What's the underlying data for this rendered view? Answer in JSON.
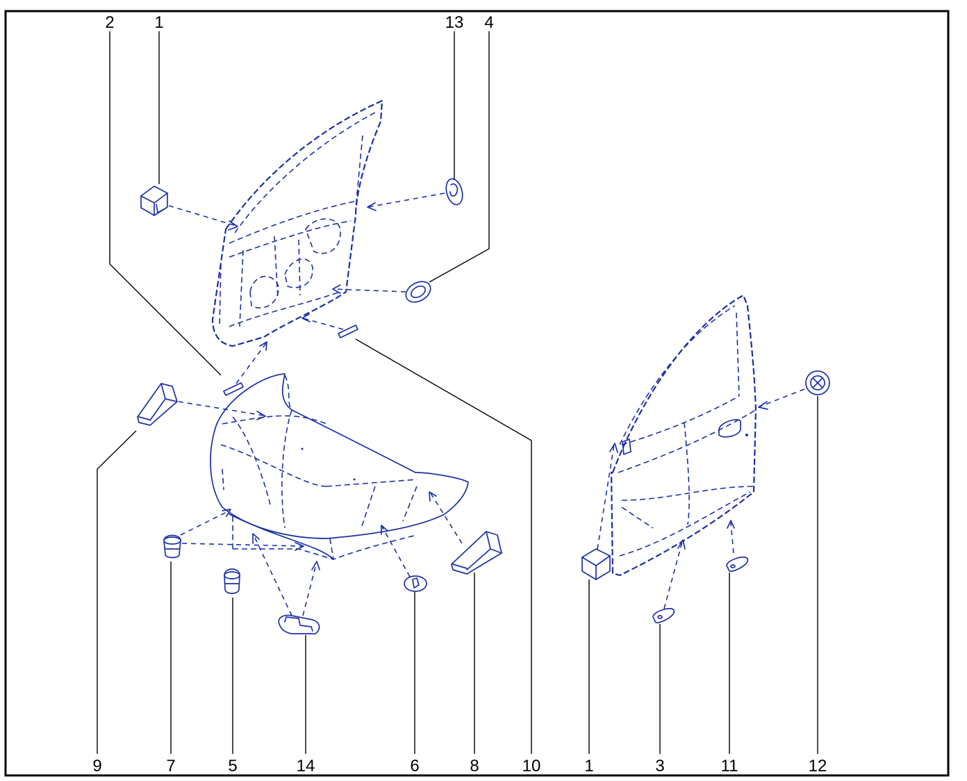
{
  "callouts": {
    "top_2": "2",
    "top_1": "1",
    "top_13": "13",
    "top_4": "4",
    "bottom_9": "9",
    "bottom_7": "7",
    "bottom_5": "5",
    "bottom_14": "14",
    "bottom_6": "6",
    "bottom_8": "8",
    "bottom_10": "10",
    "bottom_1": "1",
    "bottom_3": "3",
    "bottom_11": "11",
    "bottom_12": "12"
  },
  "colors": {
    "line_art": "#1c2fa8",
    "leader": "#000000",
    "frame": "#000000",
    "background": "#ffffff"
  }
}
